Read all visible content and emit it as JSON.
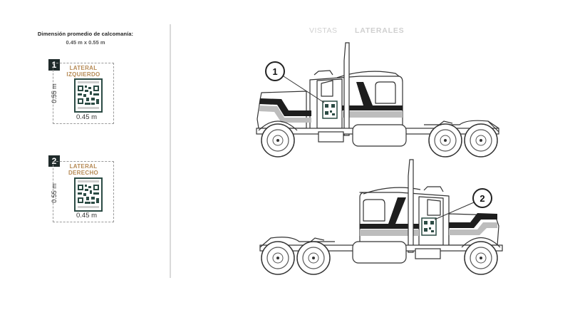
{
  "sidebar": {
    "dimension_title": "Dimensión promedio de calcomanía:",
    "dimension_value": "0.45 m x 0.55 m",
    "decals": [
      {
        "number": "1",
        "title_line1": "LATERAL",
        "title_line2": "IZQUIERDO",
        "height_label": "0.55 m",
        "width_label": "0.45 m"
      },
      {
        "number": "2",
        "title_line1": "LATERAL",
        "title_line2": "DERECHO",
        "height_label": "0.55 m",
        "width_label": "0.45 m"
      }
    ]
  },
  "main": {
    "title_light": "VISTAS",
    "title_bold": "LATERALES",
    "callouts": [
      "1",
      "2"
    ]
  },
  "colors": {
    "accent_gold": "#b68a55",
    "qr_green": "#2b4b44",
    "stripe_dark": "#1e1e1e",
    "stripe_gray": "#9a9a9a",
    "stripe_light": "#cfcfcf",
    "number_box": "#1f2a2a"
  }
}
